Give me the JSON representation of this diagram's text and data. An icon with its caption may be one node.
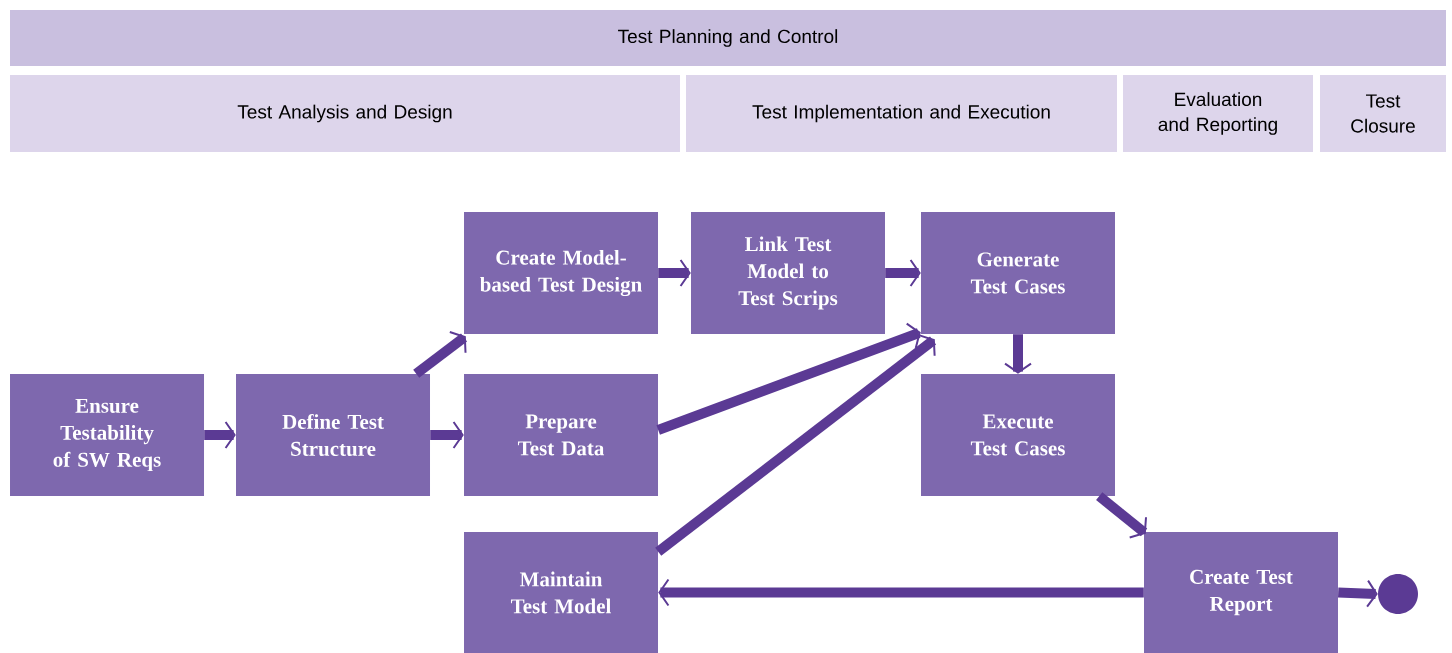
{
  "diagram": {
    "nodes": [
      {
        "text": [
          "Test Planning and Control"
        ]
      },
      {
        "text": [
          "Test Analysis and Design"
        ]
      },
      {
        "text": [
          "Test Implementation and Execution"
        ]
      },
      {
        "text": [
          "Evaluation and Reporting"
        ]
      },
      {
        "text": [
          "Test Closure"
        ]
      },
      {
        "text": [
          "Ensure Testability of SW Reqs"
        ]
      },
      {
        "text": [
          "Define Test Structure"
        ]
      },
      {
        "text": [
          "Create Model-based Test Design"
        ]
      },
      {
        "text": [
          "Prepare Test Data"
        ]
      },
      {
        "text": [
          "Link Test Model to Test Scrips"
        ]
      },
      {
        "text": [
          "Generate Test Cases"
        ]
      },
      {
        "text": [
          "Execute Test Cases"
        ]
      },
      {
        "text": [
          "Maintain Test Model"
        ]
      },
      {
        "text": [
          "Create Test Report"
        ]
      },
      {
        "text": [],
        "shape": "circle"
      }
    ],
    "edges": [
      {
        "from": 5,
        "to": 6,
        "arrow": "to"
      },
      {
        "from": 6,
        "to": 7,
        "arrow": "to"
      },
      {
        "from": 6,
        "to": 8,
        "arrow": "to"
      },
      {
        "from": 7,
        "to": 9,
        "arrow": "to"
      },
      {
        "from": 9,
        "to": 10,
        "arrow": "to"
      },
      {
        "from": 8,
        "to": 10,
        "arrow": "to"
      },
      {
        "from": 12,
        "to": 10,
        "arrow": "to"
      },
      {
        "from": 10,
        "to": 11,
        "arrow": "to"
      },
      {
        "from": 11,
        "to": 13,
        "arrow": "to"
      },
      {
        "from": 13,
        "to": 12,
        "arrow": "to"
      },
      {
        "from": 13,
        "to": 14,
        "arrow": "to"
      }
    ]
  }
}
